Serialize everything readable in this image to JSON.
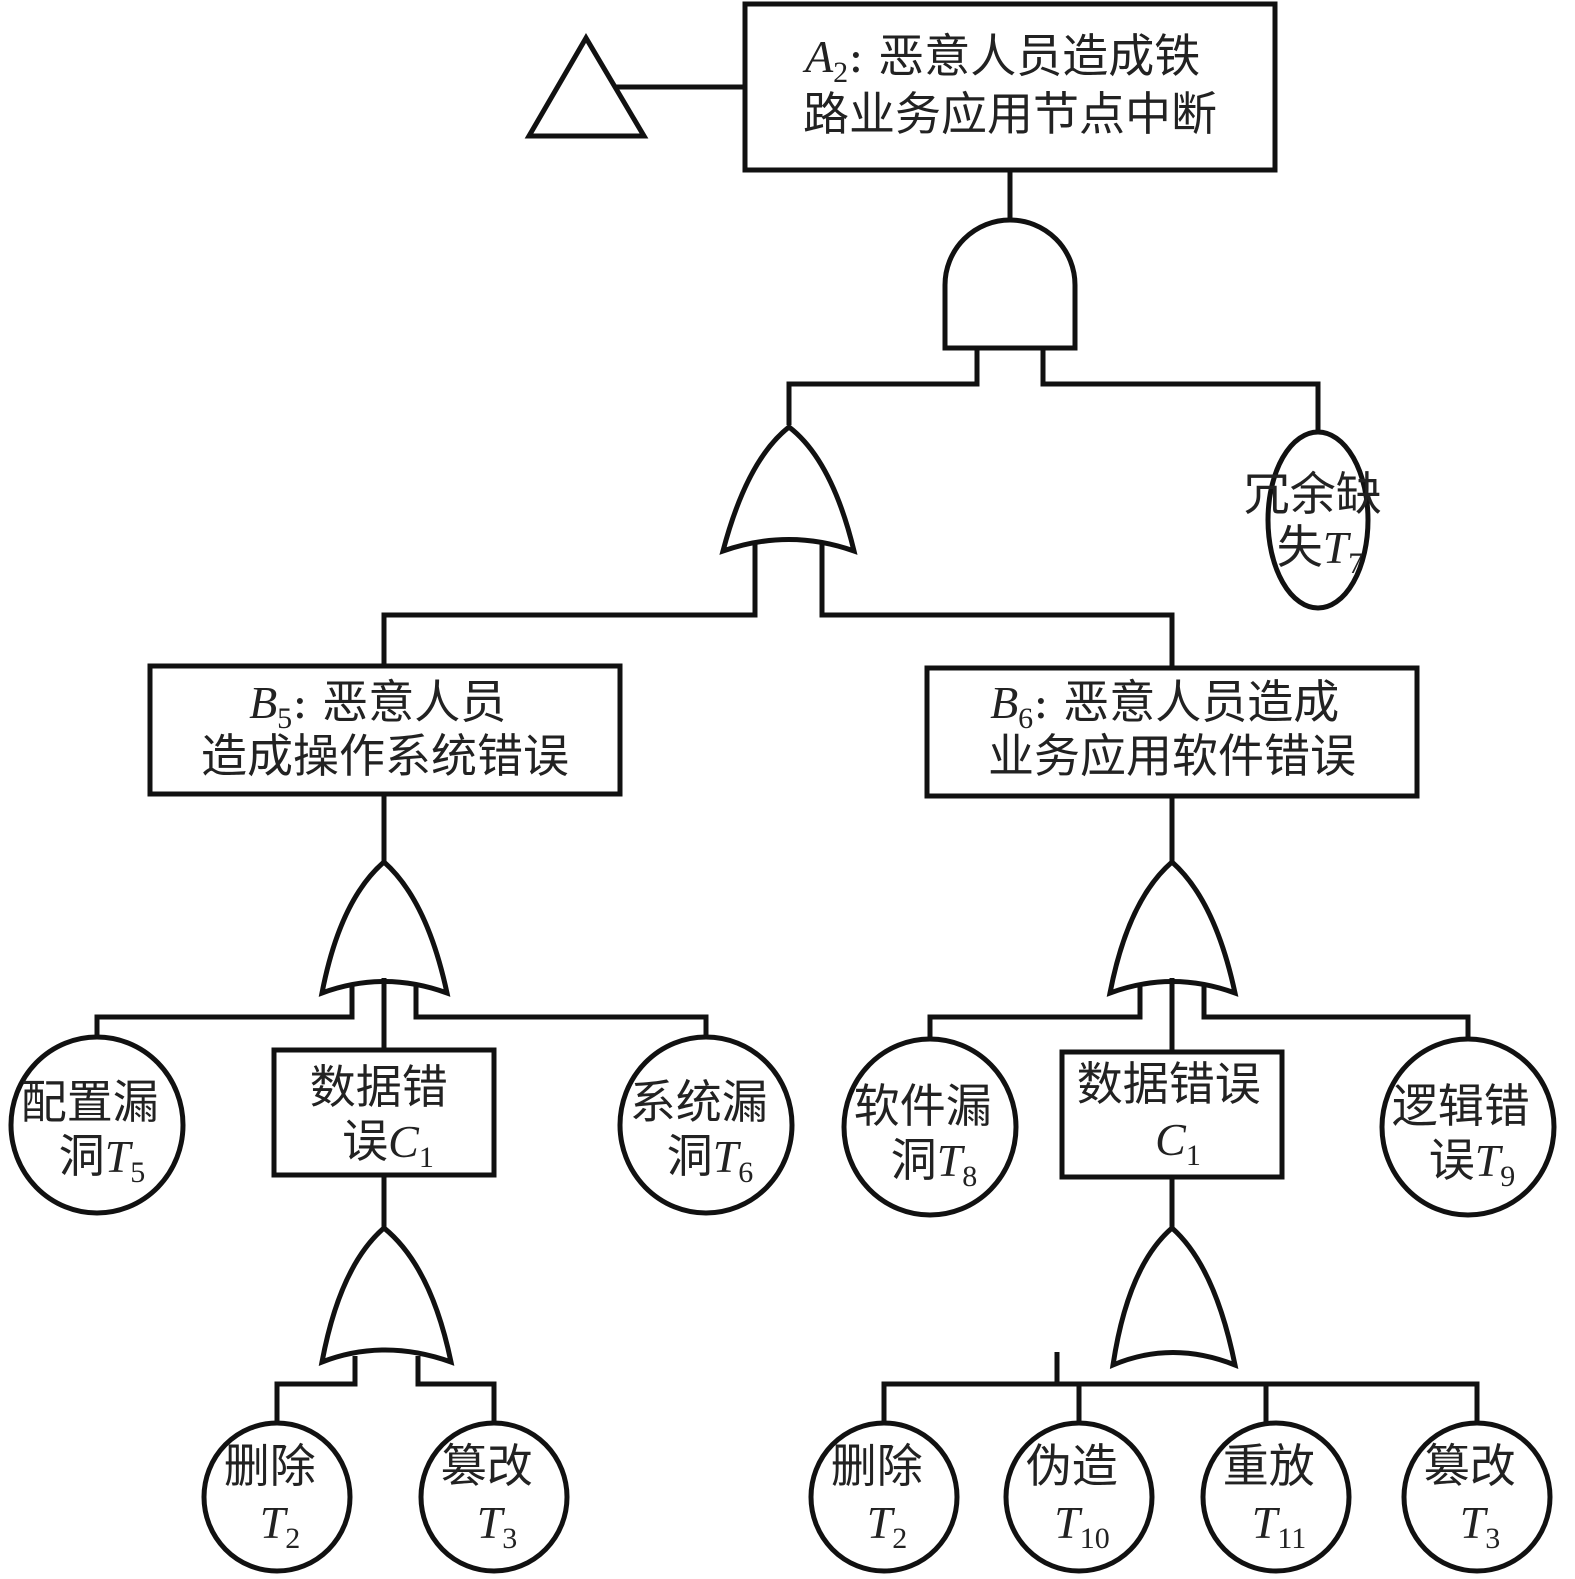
{
  "title": "Fault tree: malicious personnel causing railway business application node interruption",
  "colors": {
    "stroke": "#111111",
    "text": "#222222",
    "background": "#ffffff"
  },
  "nodes": {
    "A2": {
      "type": "event-box",
      "lines": [
        {
          "sym": "A",
          "sub": "2",
          "text": ": 恶意人员造成铁"
        },
        {
          "text": "路业务应用节点中断"
        }
      ]
    },
    "B5": {
      "type": "event-box",
      "lines": [
        {
          "sym": "B",
          "sub": "5",
          "text": ": 恶意人员"
        },
        {
          "text": "造成操作系统错误"
        }
      ]
    },
    "B6": {
      "type": "event-box",
      "lines": [
        {
          "sym": "B",
          "sub": "6",
          "text": ": 恶意人员造成"
        },
        {
          "text": "业务应用软件错误"
        }
      ]
    },
    "C1_left": {
      "type": "event-box",
      "lines": [
        {
          "text": "数据错"
        },
        {
          "text": "误",
          "sym": "C",
          "sub": "1"
        }
      ]
    },
    "C1_right": {
      "type": "event-box",
      "lines": [
        {
          "text": "数据错误"
        },
        {
          "sym": "C",
          "sub": "1"
        }
      ]
    },
    "T7": {
      "type": "basic-event",
      "lines": [
        {
          "text": "冗余缺"
        },
        {
          "text": "失",
          "sym": "T",
          "sub": "7"
        }
      ]
    },
    "T5": {
      "type": "basic-event",
      "lines": [
        {
          "text": "配置漏"
        },
        {
          "text": "洞",
          "sym": "T",
          "sub": "5"
        }
      ]
    },
    "T6": {
      "type": "basic-event",
      "lines": [
        {
          "text": "系统漏"
        },
        {
          "text": "洞",
          "sym": "T",
          "sub": "6"
        }
      ]
    },
    "T8": {
      "type": "basic-event",
      "lines": [
        {
          "text": "软件漏"
        },
        {
          "text": "洞",
          "sym": "T",
          "sub": "8"
        }
      ]
    },
    "T9": {
      "type": "basic-event",
      "lines": [
        {
          "text": "逻辑错"
        },
        {
          "text": "误",
          "sym": "T",
          "sub": "9"
        }
      ]
    },
    "T2_left": {
      "type": "basic-event",
      "lines": [
        {
          "text": "删除"
        },
        {
          "sym": "T",
          "sub": "2"
        }
      ]
    },
    "T3_left": {
      "type": "basic-event",
      "lines": [
        {
          "text": "篡改"
        },
        {
          "sym": "T",
          "sub": "3"
        }
      ]
    },
    "T2_right": {
      "type": "basic-event",
      "lines": [
        {
          "text": "删除"
        },
        {
          "sym": "T",
          "sub": "2"
        }
      ]
    },
    "T10": {
      "type": "basic-event",
      "lines": [
        {
          "text": "伪造"
        },
        {
          "sym": "T",
          "sub": "10"
        }
      ]
    },
    "T11": {
      "type": "basic-event",
      "lines": [
        {
          "text": "重放"
        },
        {
          "sym": "T",
          "sub": "11"
        }
      ]
    },
    "T3_right": {
      "type": "basic-event",
      "lines": [
        {
          "text": "篡改"
        },
        {
          "sym": "T",
          "sub": "3"
        }
      ]
    }
  },
  "gates": [
    {
      "id": "and-gate-A2",
      "type": "AND",
      "output": "A2",
      "inputs": [
        "or-gate-B",
        "T7"
      ]
    },
    {
      "id": "or-gate-B",
      "type": "OR",
      "inputs": [
        "B5",
        "B6"
      ]
    },
    {
      "id": "or-gate-B5",
      "type": "OR",
      "output": "B5",
      "inputs": [
        "T5",
        "C1_left",
        "T6"
      ]
    },
    {
      "id": "or-gate-B6",
      "type": "OR",
      "output": "B6",
      "inputs": [
        "T8",
        "C1_right",
        "T9"
      ]
    },
    {
      "id": "or-gate-C1-left",
      "type": "OR",
      "output": "C1_left",
      "inputs": [
        "T2_left",
        "T3_left"
      ]
    },
    {
      "id": "or-gate-C1-right",
      "type": "OR",
      "output": "C1_right",
      "inputs": [
        "T2_right",
        "T10",
        "T11",
        "T3_right"
      ]
    }
  ],
  "transfer_symbol": {
    "type": "transfer-triangle",
    "attached_to": "A2"
  }
}
